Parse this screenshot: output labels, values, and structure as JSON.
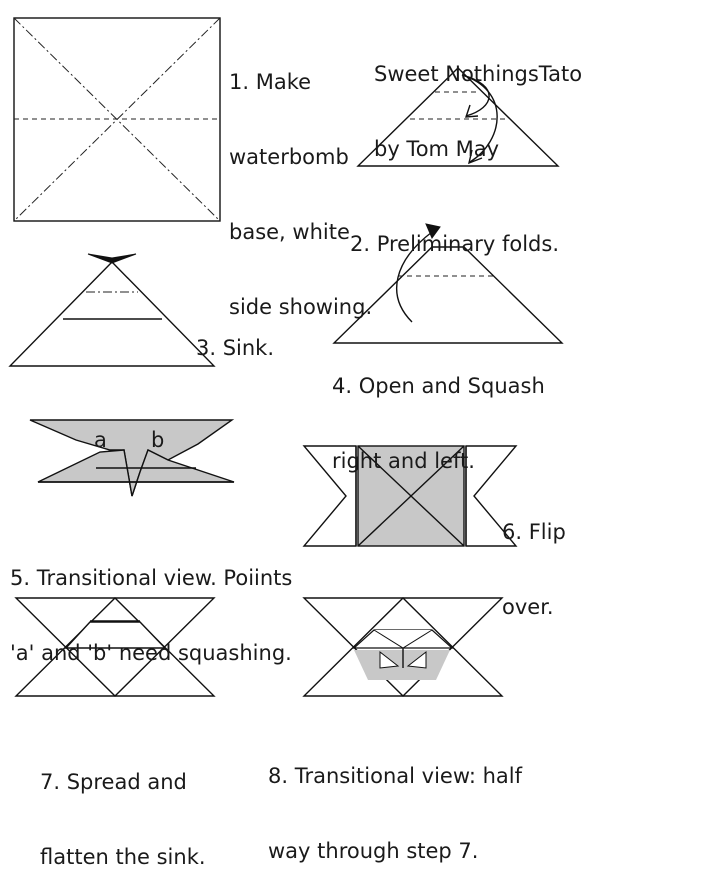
{
  "title": {
    "line1": "Sweet NothingsTato",
    "line2": "by Tom May"
  },
  "steps": [
    {
      "line1": "1. Make",
      "line2": "waterbomb",
      "line3": "base, white",
      "line4": "side showing."
    },
    {
      "line1": "2. Preliminary folds."
    },
    {
      "line1": "3. Sink."
    },
    {
      "line1": "4. Open and Squash",
      "line2": "right and left."
    },
    {
      "line1": "5. Transitional view. Poiints",
      "line2": "'a' and 'b' need squashing.",
      "point_a": "a",
      "point_b": "b"
    },
    {
      "line1": "6. Flip",
      "line2": "over."
    },
    {
      "line1": "7. Spread and",
      "line2": "flatten the sink."
    },
    {
      "line1": "8. Transitional view: half",
      "line2": "way through step 7."
    }
  ],
  "colors": {
    "paper_grey": "#c8c8c8",
    "line": "#111111"
  }
}
